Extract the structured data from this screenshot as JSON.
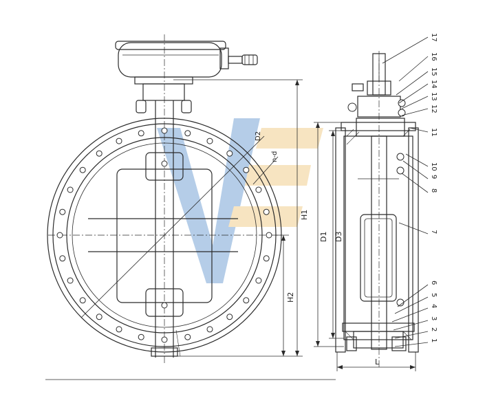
{
  "dimensions": {
    "h1": "H1",
    "h2": "H2",
    "d1": "D1",
    "d3": "D3",
    "d2": "D2",
    "l": "L",
    "holes": "n-d"
  },
  "part_numbers": [
    "17",
    "16",
    "15",
    "14",
    "13",
    "12",
    "11",
    "10",
    "9",
    "8",
    "7",
    "6",
    "5",
    "4",
    "3",
    "2",
    "1"
  ],
  "watermark_colors": {
    "blue": "#7aa6d6",
    "gold": "#f1cf8f"
  },
  "line_color": "#2a2a2a"
}
